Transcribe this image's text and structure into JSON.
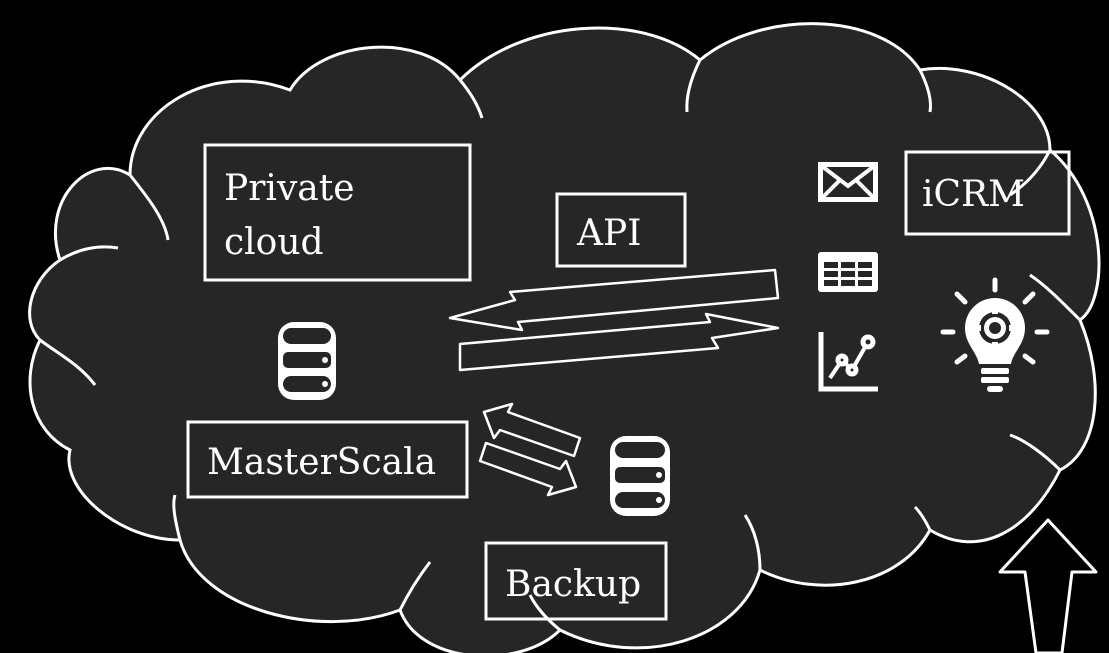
{
  "colors": {
    "background": "#000000",
    "cloud_fill": "#262626",
    "stroke": "#ffffff",
    "text": "#ffffff"
  },
  "boxes": {
    "private_cloud": {
      "line1": "Private",
      "line2": "cloud"
    },
    "api": "API",
    "icrm": "iCRM",
    "masterscala": "MasterScala",
    "backup": "Backup"
  },
  "icons": [
    "database-icon-private",
    "database-icon-backup",
    "envelope-icon",
    "table-icon",
    "line-chart-icon",
    "lightbulb-gear-icon"
  ]
}
